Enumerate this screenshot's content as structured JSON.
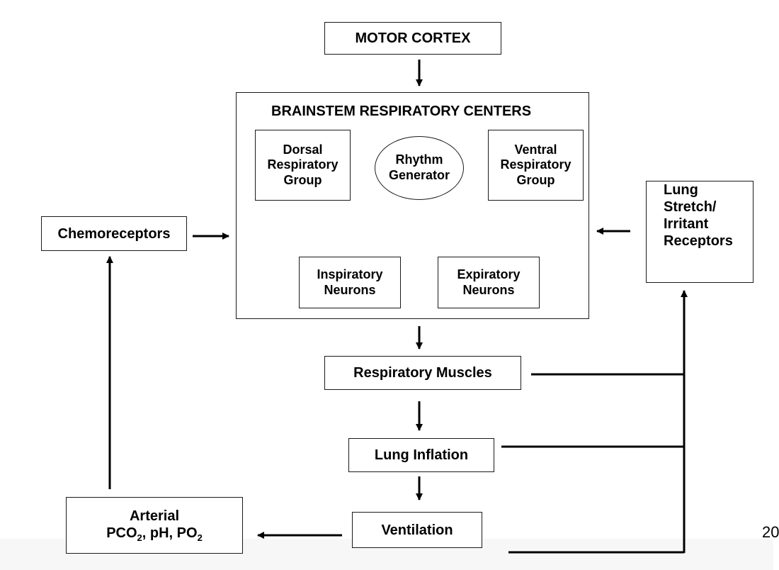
{
  "diagram": {
    "nodes": {
      "motor_cortex": "MOTOR CORTEX",
      "brainstem_title": "BRAINSTEM RESPIRATORY CENTERS",
      "dorsal": [
        "Dorsal",
        "Respiratory",
        "Group"
      ],
      "rhythm": [
        "Rhythm",
        "Generator"
      ],
      "ventral": [
        "Ventral",
        "Respiratory",
        "Group"
      ],
      "inspiratory": [
        "Inspiratory",
        "Neurons"
      ],
      "expiratory": [
        "Expiratory",
        "Neurons"
      ],
      "chemoreceptors": "Chemoreceptors",
      "lung_receptors": [
        "Lung",
        "Stretch/",
        "Irritant",
        "Receptors"
      ],
      "respiratory_muscles": "Respiratory Muscles",
      "lung_inflation": "Lung Inflation",
      "ventilation": "Ventilation",
      "arterial_line1": "Arterial",
      "arterial_pco": "PCO",
      "arterial_sub1": "2",
      "arterial_mid": ", pH, PO",
      "arterial_sub2": "2"
    },
    "edges": [
      {
        "from": "Motor Cortex",
        "to": "Brainstem Respiratory Centers",
        "style": "solid"
      },
      {
        "from": "Rhythm Generator",
        "to": "Dorsal Respiratory Group",
        "style": "solid"
      },
      {
        "from": "Rhythm Generator",
        "to": "Ventral Respiratory Group",
        "style": "solid"
      },
      {
        "from": "Dorsal Respiratory Group",
        "to": "Inspiratory Neurons",
        "style": "solid"
      },
      {
        "from": "Ventral Respiratory Group",
        "to": "Expiratory Neurons",
        "style": "solid"
      },
      {
        "from": "Ventral Respiratory Group",
        "to": "Inspiratory Neurons",
        "style": "dotted"
      },
      {
        "from": "Chemoreceptors",
        "to": "Brainstem Respiratory Centers",
        "style": "solid"
      },
      {
        "from": "Lung Stretch/Irritant Receptors",
        "to": "Brainstem Respiratory Centers",
        "style": "solid"
      },
      {
        "from": "Brainstem Respiratory Centers",
        "to": "Respiratory Muscles",
        "style": "solid"
      },
      {
        "from": "Respiratory Muscles",
        "to": "Lung Inflation",
        "style": "solid"
      },
      {
        "from": "Lung Inflation",
        "to": "Ventilation",
        "style": "solid"
      },
      {
        "from": "Ventilation",
        "to": "Arterial PCO2, pH, PO2",
        "style": "solid"
      },
      {
        "from": "Arterial PCO2, pH, PO2",
        "to": "Chemoreceptors",
        "style": "solid"
      },
      {
        "from": "Respiratory Muscles",
        "to": "Lung Stretch/Irritant Receptors",
        "style": "solid"
      },
      {
        "from": "Lung Inflation",
        "to": "Lung Stretch/Irritant Receptors",
        "style": "solid"
      },
      {
        "from": "Ventilation",
        "to": "Lung Stretch/Irritant Receptors",
        "style": "solid"
      }
    ],
    "page_number": "20"
  }
}
